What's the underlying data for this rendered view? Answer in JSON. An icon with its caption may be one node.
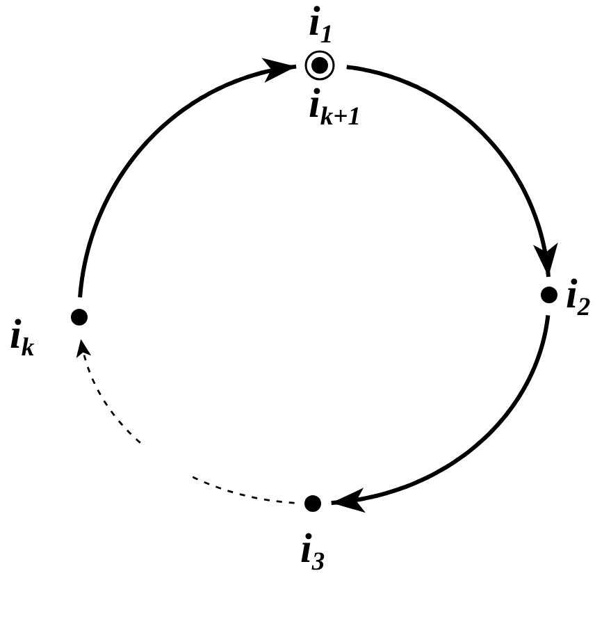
{
  "diagram": {
    "nodes": [
      {
        "text": [
          "i$_{1}$",
          "i$_{k+1}$"
        ]
      },
      {
        "text": [
          "i$_{2}$"
        ]
      },
      {
        "text": [
          "i$_{3}$"
        ]
      },
      {
        "text": [
          "i$_{k}$"
        ]
      }
    ],
    "edges": [
      {
        "from": 3,
        "to": 0,
        "arrow": "to"
      },
      {
        "from": 0,
        "to": 1,
        "arrow": "to"
      },
      {
        "from": 1,
        "to": 2,
        "arrow": "to"
      },
      {
        "from": 2,
        "to": 3,
        "arrow": "to",
        "style": "dashed"
      }
    ]
  }
}
